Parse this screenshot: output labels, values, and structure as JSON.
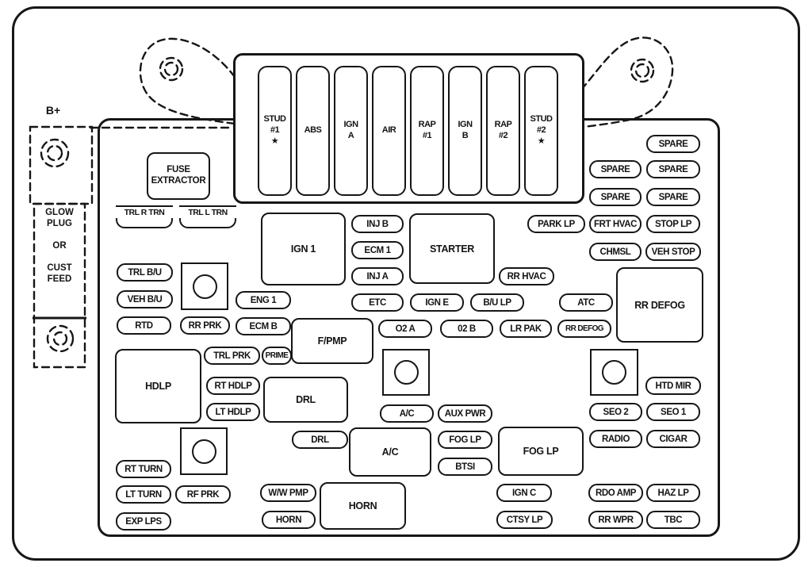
{
  "left_area": {
    "battery_label": "B+",
    "glow_panel_label": "GLOW\nPLUG\n\nOR\n\nCUST\nFEED"
  },
  "extractor_label": "FUSE\nEXTRACTOR",
  "top_block": {
    "fuses": [
      "STUD\n#1\n★",
      "ABS",
      "IGN\nA",
      "AIR",
      "RAP\n#1",
      "IGN\nB",
      "RAP\n#2",
      "STUD\n#2\n★"
    ]
  },
  "fuses": {
    "trl_r_trn": "TRL R TRN",
    "trl_l_trn": "TRL L TRN",
    "spare_a": "SPARE",
    "spare_b": "SPARE",
    "spare_c": "SPARE",
    "spare_d": "SPARE",
    "spare_e": "SPARE",
    "park_lp": "PARK LP",
    "frt_hvac": "FRT HVAC",
    "stop_lp": "STOP LP",
    "chmsl": "CHMSL",
    "veh_stop": "VEH STOP",
    "ign_1": "IGN 1",
    "inj_b": "INJ B",
    "ecm_1": "ECM 1",
    "inj_a": "INJ A",
    "starter": "STARTER",
    "rr_hvac": "RR HVAC",
    "trl_bu": "TRL B/U",
    "veh_bu": "VEH B/U",
    "rtd": "RTD",
    "eng_1": "ENG 1",
    "ecm_b": "ECM B",
    "rr_prk": "RR PRK",
    "etc": "ETC",
    "ign_e": "IGN E",
    "bu_lp": "B/U LP",
    "atc": "ATC",
    "o2_a": "O2 A",
    "o2_b": "02 B",
    "lr_pak": "LR PAK",
    "rr_defog_fuse": "RR DEFOG",
    "rr_defog_relay": "RR DEFOG",
    "f_pmp": "F/PMP",
    "trl_prk": "TRL PRK",
    "prime": "PRIME",
    "hdlp": "HDLP",
    "rt_hdlp": "RT HDLP",
    "lt_hdlp": "LT HDLP",
    "drl_relay": "DRL",
    "drl_fuse": "DRL",
    "ac_fuse": "A/C",
    "aux_pwr": "AUX PWR",
    "fog_lp_fuse": "FOG LP",
    "btsi": "BTSI",
    "ac_relay": "A/C",
    "fog_lp_relay": "FOG LP",
    "htd_mir": "HTD MIR",
    "seo_2": "SEO 2",
    "seo_1": "SEO 1",
    "radio": "RADIO",
    "cigar": "CIGAR",
    "rt_turn": "RT TURN",
    "lt_turn": "LT TURN",
    "rf_prk": "RF PRK",
    "exp_lps": "EXP LPS",
    "ww_pmp": "W/W PMP",
    "horn_fuse": "HORN",
    "horn_relay": "HORN",
    "ign_c": "IGN C",
    "ctsy_lp": "CTSY LP",
    "rdo_amp": "RDO AMP",
    "haz_lp": "HAZ LP",
    "rr_wpr": "RR WPR",
    "tbc": "TBC"
  }
}
